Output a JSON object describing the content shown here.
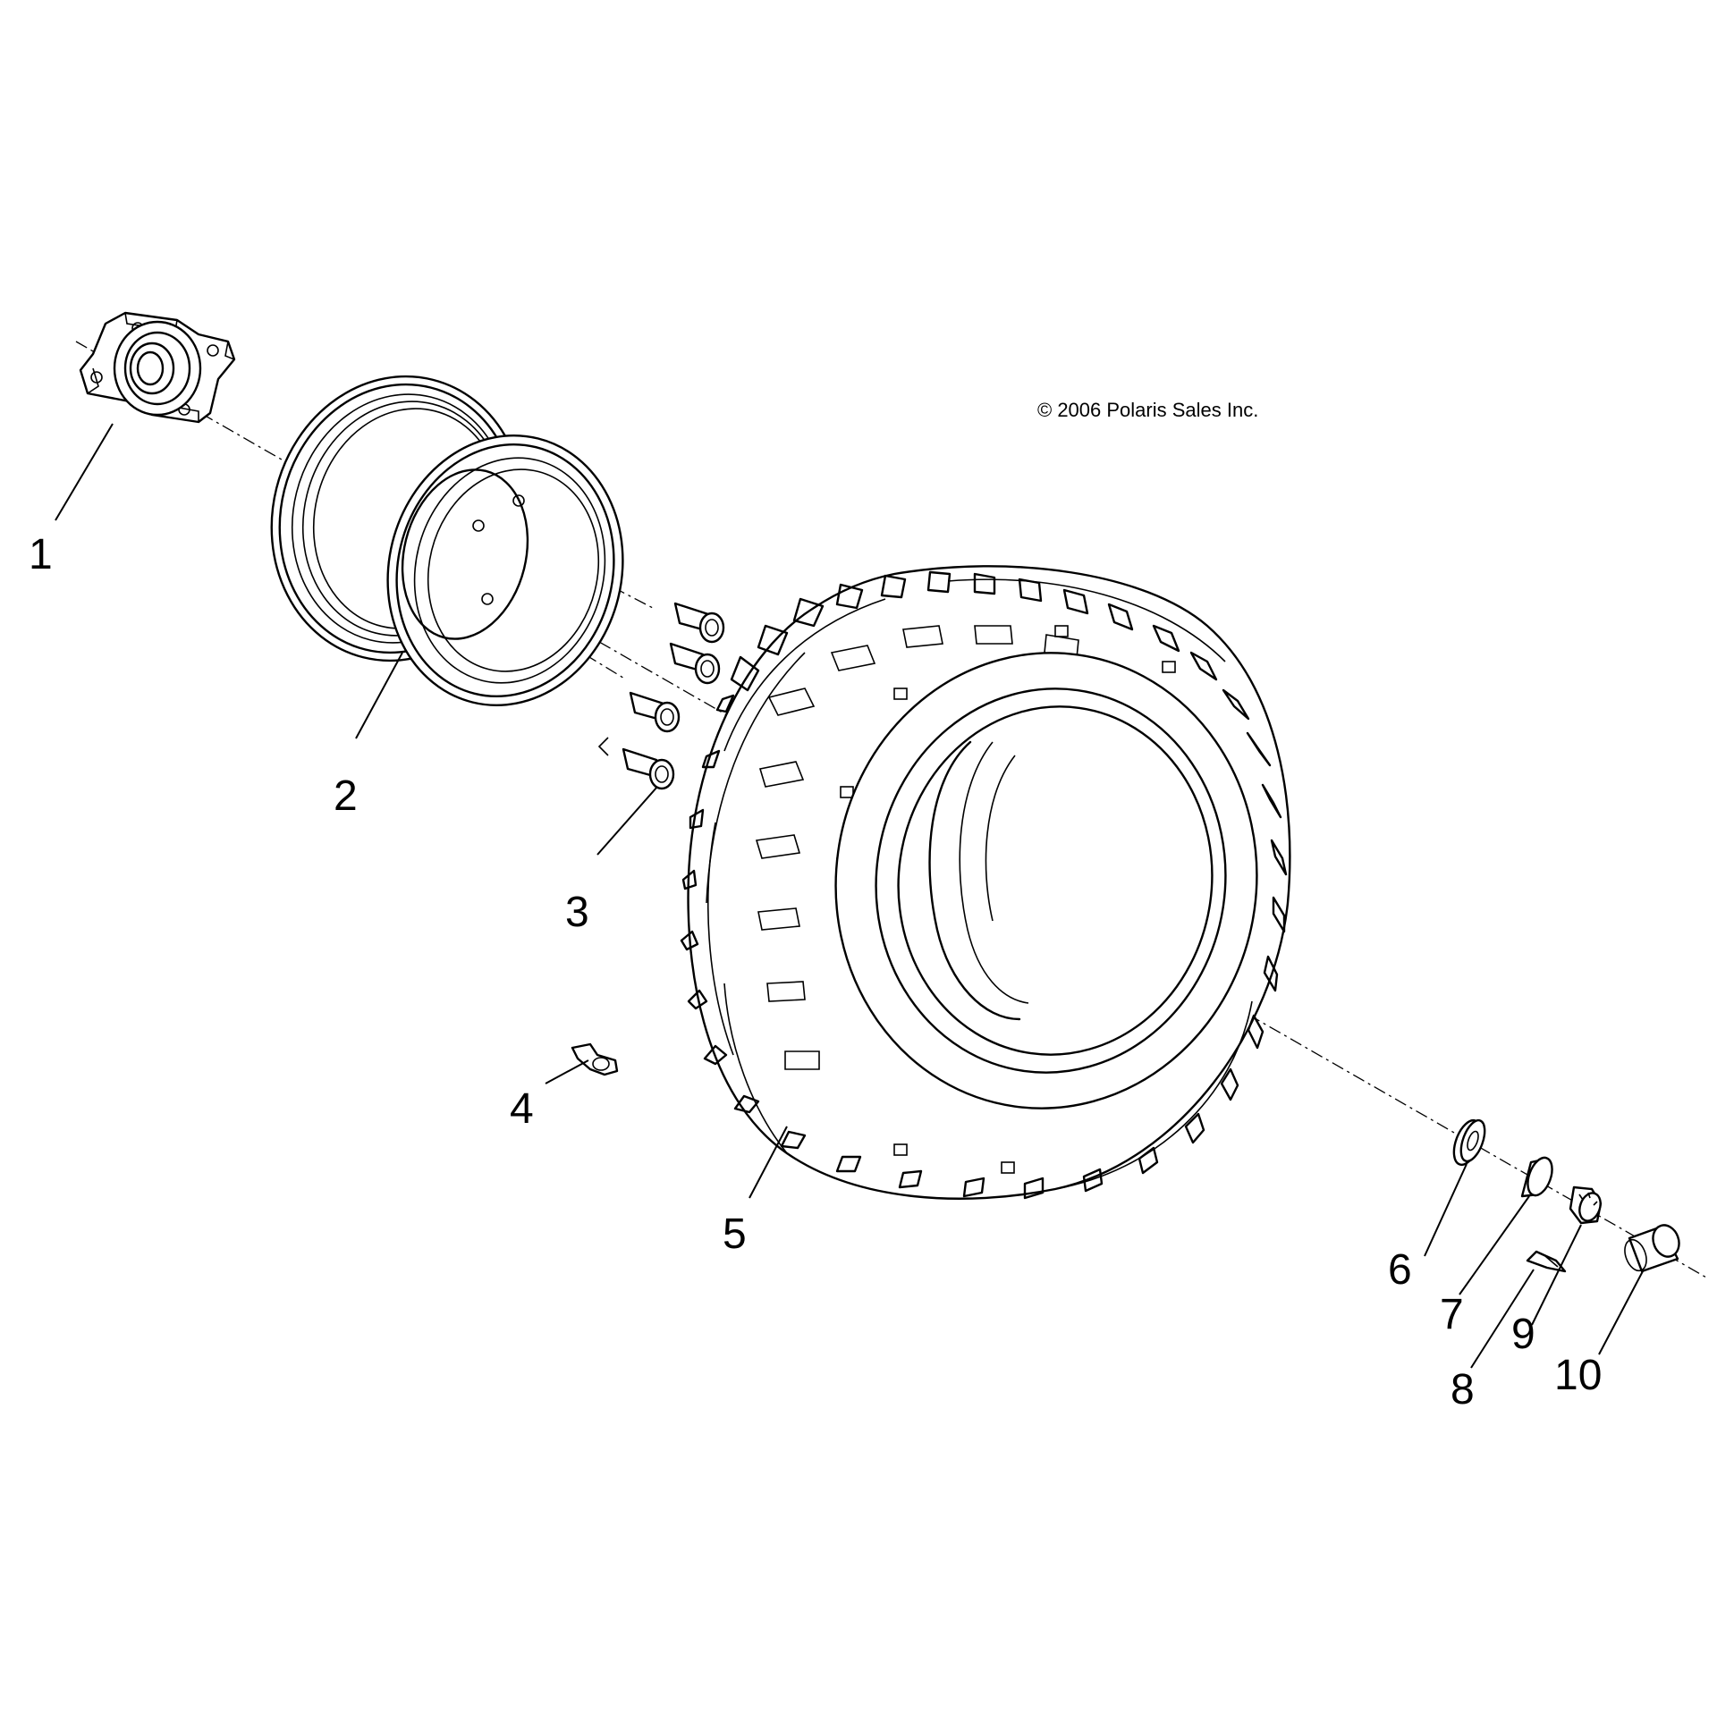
{
  "copyright": "© 2006 Polaris Sales Inc.",
  "callouts": [
    {
      "num": "1",
      "part": "hub"
    },
    {
      "num": "2",
      "part": "wheel-rim"
    },
    {
      "num": "3",
      "part": "lug-nut"
    },
    {
      "num": "4",
      "part": "valve-stem"
    },
    {
      "num": "5",
      "part": "tire"
    },
    {
      "num": "6",
      "part": "washer"
    },
    {
      "num": "7",
      "part": "cone-washer"
    },
    {
      "num": "8",
      "part": "cotter-pin"
    },
    {
      "num": "9",
      "part": "castle-nut"
    },
    {
      "num": "10",
      "part": "hub-cap"
    }
  ]
}
